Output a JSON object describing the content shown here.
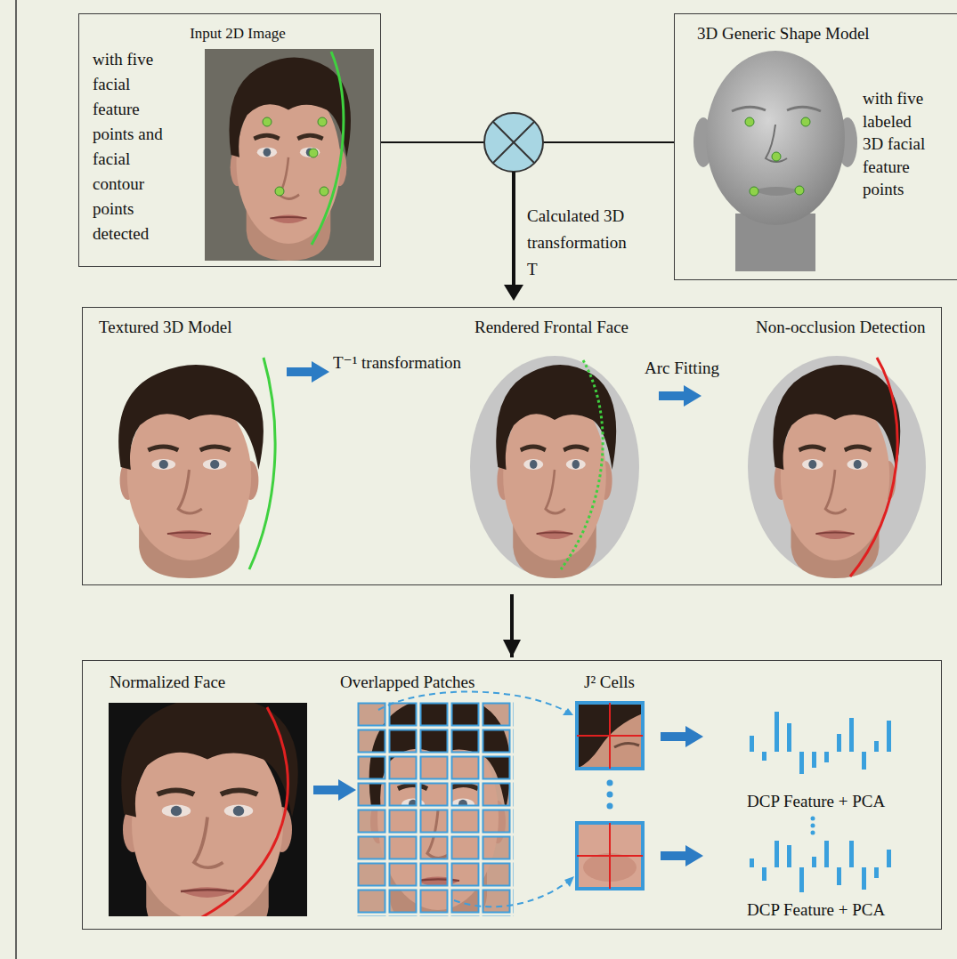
{
  "diagram": {
    "nodes": [
      {
        "text": [
          "Input 2D Image",
          "with five facial feature points and facial contour points detected"
        ]
      },
      {
        "text": [
          "3D Generic Shape Model",
          "with five labeled 3D facial feature points"
        ]
      },
      {
        "text": [
          "Textured 3D Model",
          "Rendered Frontal Face",
          "Non-occlusion Detection"
        ]
      },
      {
        "text": [
          "Normalized Face",
          "Overlapped Patches",
          "J² Cells",
          "DCP Feature + PCA",
          "DCP Feature + PCA"
        ]
      }
    ],
    "edges": [
      {
        "from": 2,
        "to": 3,
        "arrow": "to"
      }
    ],
    "labels": [
      "Calculated 3D transformation T",
      "T⁻¹ transformation",
      "Arc Fitting"
    ]
  }
}
